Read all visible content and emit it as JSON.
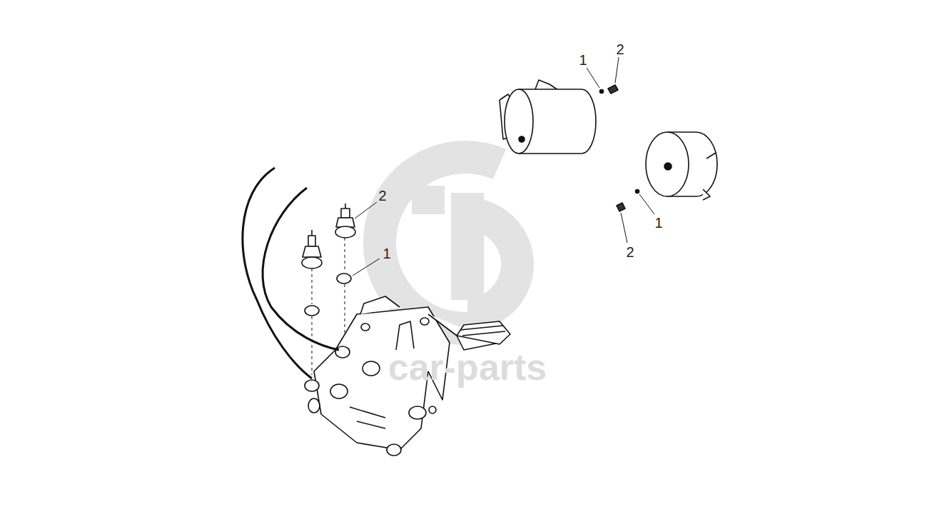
{
  "diagram": {
    "labels": [
      "1",
      "2",
      "2",
      "1",
      "1",
      "2",
      "car-parts"
    ]
  }
}
